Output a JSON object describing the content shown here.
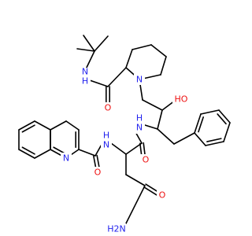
{
  "colors": {
    "background": "#ffffff",
    "bond": "#000000",
    "nitrogen": "#2222ee",
    "oxygen": "#ee1111"
  },
  "labels": {
    "piperidine_n": "N",
    "amide_nh_tbu": "N",
    "amide_nh_tbu_h": "H",
    "carbonyl_o_tbu": "O",
    "hydroxyl": "HO",
    "amide_nh_center": "N",
    "amide_nh_center_h": "H",
    "carbonyl_o_center": "O",
    "quinoline_n": "N",
    "carbonyl_o_quin": "O",
    "amide_nh_quin": "N",
    "amide_nh_quin_h": "H",
    "primary_amide_o": "O",
    "primary_amide_n": "H2N"
  }
}
